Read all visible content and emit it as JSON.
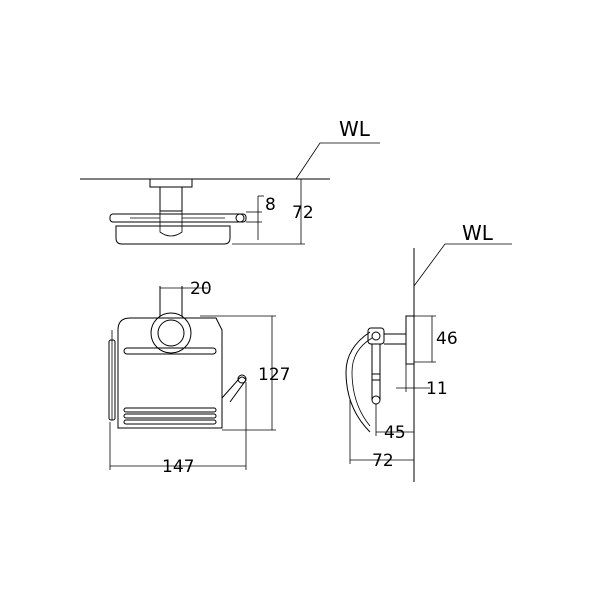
{
  "labels": {
    "wl_top": "WL",
    "wl_side": "WL"
  },
  "dimensions": {
    "top_height_small": "8",
    "top_height_total": "72",
    "front_post_width": "20",
    "front_height": "127",
    "front_width": "147",
    "side_plate_height": "46",
    "side_offset_small": "11",
    "side_offset_mid": "45",
    "side_depth_total": "72"
  },
  "colors": {
    "line": "#000000",
    "background": "#ffffff"
  }
}
